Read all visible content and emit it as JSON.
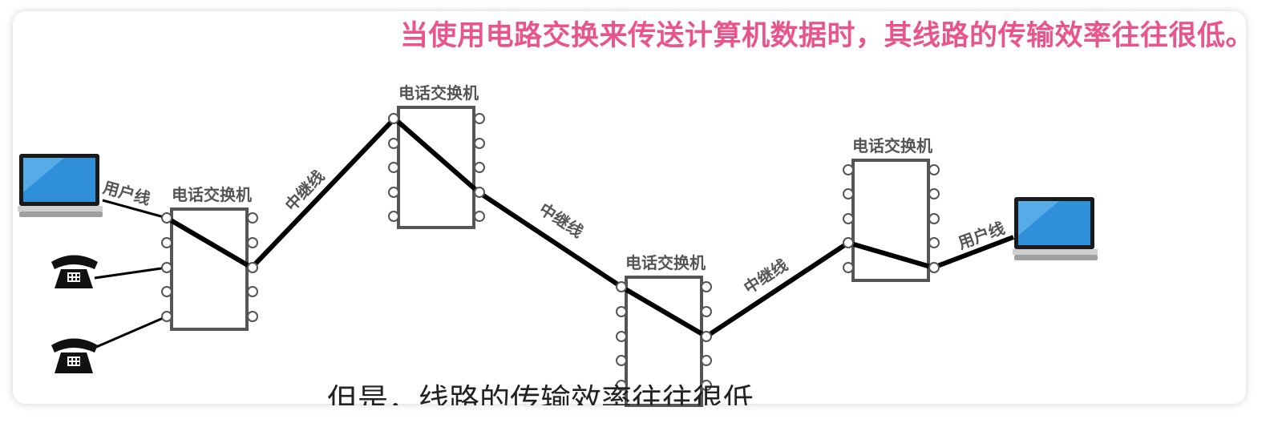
{
  "headline": "当使用电路交换来传送计算机数据时，其线路的传输效率往往很低。",
  "subtitle": "但是，线路的传输效率往往很低",
  "labels": {
    "switch": "电话交换机",
    "trunk_line": "中继线",
    "user_line": "用户线"
  },
  "colors": {
    "headline": "#e8558d",
    "switch_border": "#555555",
    "line": "#000000",
    "label": "#555555"
  }
}
